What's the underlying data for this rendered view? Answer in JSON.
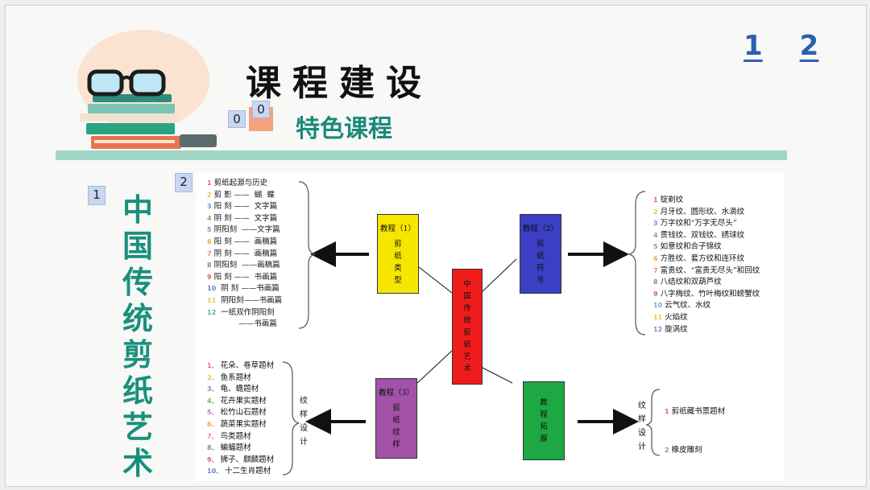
{
  "page_numbers": [
    "1",
    "2"
  ],
  "title": "课程建设",
  "section_index": [
    "0",
    "0"
  ],
  "subtitle": "特色课程",
  "vertical_title": "中国传统剪纸艺术",
  "tag_left": "1",
  "tag_panel": "2",
  "center_box": "中国传统剪纸艺术",
  "boxes": {
    "b1": {
      "head": "教程（1）",
      "body": "剪纸类型",
      "color": "#f7e600"
    },
    "b2": {
      "head": "教程（2）",
      "body": "剪纸符号",
      "color": "#3a3fc4"
    },
    "b3": {
      "head": "教程（3）",
      "body": "剪纸纹样",
      "color": "#a352a8"
    },
    "b4": {
      "head": "",
      "body": "教程拓展",
      "color": "#1ea843"
    },
    "center_color": "#f01c1c"
  },
  "list_history": [
    {
      "n": "1",
      "c": "#e06a7b",
      "t": "剪纸起源与历史"
    },
    {
      "n": "2",
      "c": "#e8c44a",
      "t": "剪 影 ——  蝴  蝶"
    },
    {
      "n": "3",
      "c": "#7b8ecf",
      "t": "阳 刻 ——  文字篇"
    },
    {
      "n": "4",
      "c": "#76b35a",
      "t": "阴 刻 ——  文字篇"
    },
    {
      "n": "5",
      "c": "#b07cc6",
      "t": "阴阳刻  ——文字篇"
    },
    {
      "n": "6",
      "c": "#e8a94a",
      "t": "阳 刻 ——  画稿篇"
    },
    {
      "n": "7",
      "c": "#e28b8b",
      "t": "阴 刻 ——  画稿篇"
    },
    {
      "n": "8",
      "c": "#8c8c8c",
      "t": "阴阳刻  ——画稿篇"
    },
    {
      "n": "9",
      "c": "#d2665a",
      "t": "阳 刻 ——  书画篇"
    },
    {
      "n": "10",
      "c": "#6c7fd0",
      "t": " 阴 刻 ——书画篇"
    },
    {
      "n": "11",
      "c": "#e6c94a",
      "t": " 阴阳刻——书画篇"
    },
    {
      "n": "12",
      "c": "#5fb0a0",
      "t": " 一纸双作阴阳刻"
    },
    {
      "n": "",
      "c": "#000000",
      "t": "            ——书画篇"
    }
  ],
  "list_symbols": [
    {
      "n": "1",
      "c": "#e06a7b",
      "t": "锭剃纹"
    },
    {
      "n": "2",
      "c": "#e8c44a",
      "t": "月牙纹、圆形纹、水滴纹"
    },
    {
      "n": "3",
      "c": "#7b8ecf",
      "t": "万字纹和“万字无尽头”"
    },
    {
      "n": "4",
      "c": "#76b35a",
      "t": "贯钱纹、双钱纹、绣球纹"
    },
    {
      "n": "5",
      "c": "#b07cc6",
      "t": "如意纹和合子锦纹"
    },
    {
      "n": "6",
      "c": "#e8a94a",
      "t": "方胜纹、套方纹和连环纹"
    },
    {
      "n": "7",
      "c": "#e28b8b",
      "t": "富贵纹、“富贵无尽头”和回纹"
    },
    {
      "n": "8",
      "c": "#8c8c8c",
      "t": "八结纹和双葫芦纹"
    },
    {
      "n": "9",
      "c": "#d2665a",
      "t": "八字梅纹、竹叶梅纹和螃蟹纹"
    },
    {
      "n": "10",
      "c": "#6cb0c9",
      "t": "云气纹、水纹"
    },
    {
      "n": "11",
      "c": "#e6c94a",
      "t": "火焰纹"
    },
    {
      "n": "12",
      "c": "#7b8ecf",
      "t": "旋涡纹"
    }
  ],
  "list_patterns": [
    {
      "n": "1、",
      "c": "#e06a7b",
      "t": "花朵、卷草题材"
    },
    {
      "n": "2、",
      "c": "#e8c44a",
      "t": "鱼系题材"
    },
    {
      "n": "3、",
      "c": "#7b8ecf",
      "t": "龟、蟾题材"
    },
    {
      "n": "4、",
      "c": "#76b35a",
      "t": "花卉果实题材"
    },
    {
      "n": "5、",
      "c": "#b07cc6",
      "t": "松竹山石题材"
    },
    {
      "n": "6、",
      "c": "#e8a94a",
      "t": "蔬菜果实题材"
    },
    {
      "n": "7、",
      "c": "#e28b8b",
      "t": "鸟类题材"
    },
    {
      "n": "8、",
      "c": "#8c8c8c",
      "t": "蝙蝠题材"
    },
    {
      "n": "9、",
      "c": "#d2665a",
      "t": "狮子、麒麟题材"
    },
    {
      "n": "10、",
      "c": "#6c7fd0",
      "t": "十二生肖题材"
    }
  ],
  "label_patterns": "纹样设计",
  "label_extension": "纹样设计",
  "list_extension": [
    {
      "n": "1",
      "c": "#e06a7b",
      "t": "剪纸藏书票题材"
    },
    {
      "n": "2",
      "c": "#76b35a",
      "t": "橡皮雕刻"
    }
  ]
}
